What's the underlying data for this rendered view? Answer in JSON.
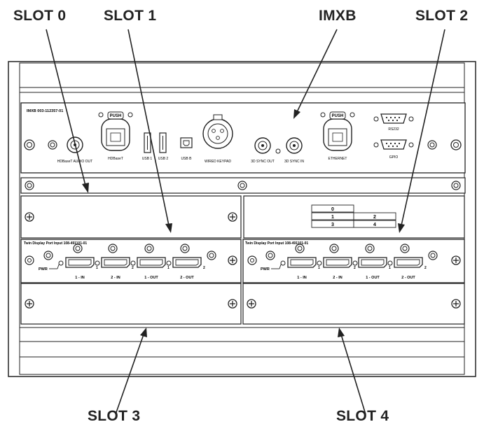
{
  "callouts": {
    "slot0": "SLOT 0",
    "slot1": "SLOT 1",
    "imxb": "IMXB",
    "slot2": "SLOT 2",
    "slot3": "SLOT 3",
    "slot4": "SLOT 4"
  },
  "imxb_board": {
    "part_label": "IMXB 003-112357-01",
    "push_label": "PUSH",
    "hdbaset_audio_out": "HDBaseT AUDIO OUT",
    "hdbaset": "HDBaseT",
    "usb1": "USB 1",
    "usb2": "USB 2",
    "usbb": "USB B",
    "wired_keypad": "WIRED KEYPAD",
    "sync_out": "3D SYNC OUT",
    "sync_in": "3D SYNC IN",
    "ethernet": "ETHERNET",
    "rs232": "RS232",
    "gpio": "GPIO"
  },
  "slot_table": {
    "row0": [
      "0"
    ],
    "row1": [
      "1",
      "2"
    ],
    "row2": [
      "3",
      "4"
    ]
  },
  "dp_card": {
    "title": "Twin Display Port Input 108-491101-01",
    "pwr": "PWR",
    "ports": [
      "1 - IN",
      "2 - IN",
      "1 - OUT",
      "2 - OUT"
    ],
    "port_num_1": "1",
    "port_num_2": "2"
  }
}
